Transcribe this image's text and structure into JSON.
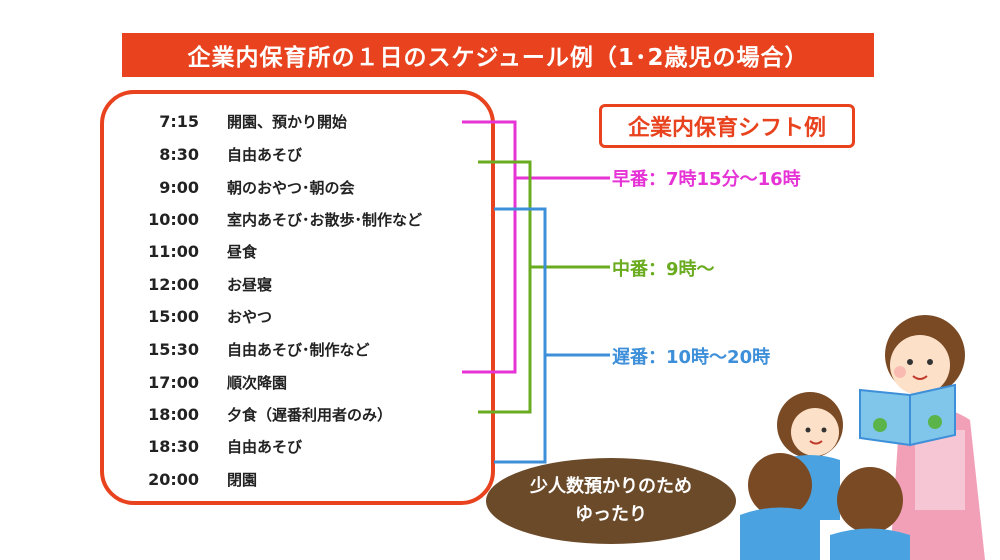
{
  "title": "企業内保育所の１日のスケジュール例（1･2歳児の場合）",
  "schedule": [
    {
      "time": "7:15",
      "event": "開園、預かり開始"
    },
    {
      "time": "8:30",
      "event": "自由あそび"
    },
    {
      "time": "9:00",
      "event": "朝のおやつ･朝の会"
    },
    {
      "time": "10:00",
      "event": "室内あそび･お散歩･制作など"
    },
    {
      "time": "11:00",
      "event": "昼食"
    },
    {
      "time": "12:00",
      "event": "お昼寝"
    },
    {
      "time": "15:00",
      "event": "おやつ"
    },
    {
      "time": "15:30",
      "event": "自由あそび･制作など"
    },
    {
      "time": "17:00",
      "event": "順次降園"
    },
    {
      "time": "18:00",
      "event": "夕食（遅番利用者のみ）"
    },
    {
      "time": "18:30",
      "event": "自由あそび"
    },
    {
      "time": "20:00",
      "event": "閉園"
    }
  ],
  "shift_heading": "企業内保育シフト例",
  "shifts": {
    "early": {
      "label": "早番：7時15分～16時",
      "color": "#e633d6"
    },
    "middle": {
      "label": "中番：9時～",
      "color": "#6aab1f"
    },
    "late": {
      "label": "遅番：10時～20時",
      "color": "#3d8fd9"
    }
  },
  "bubble": {
    "line1": "少人数預かりのため",
    "line2": "ゆったり"
  },
  "colors": {
    "accent": "#e8431e",
    "bubble": "#6b4a2a"
  }
}
